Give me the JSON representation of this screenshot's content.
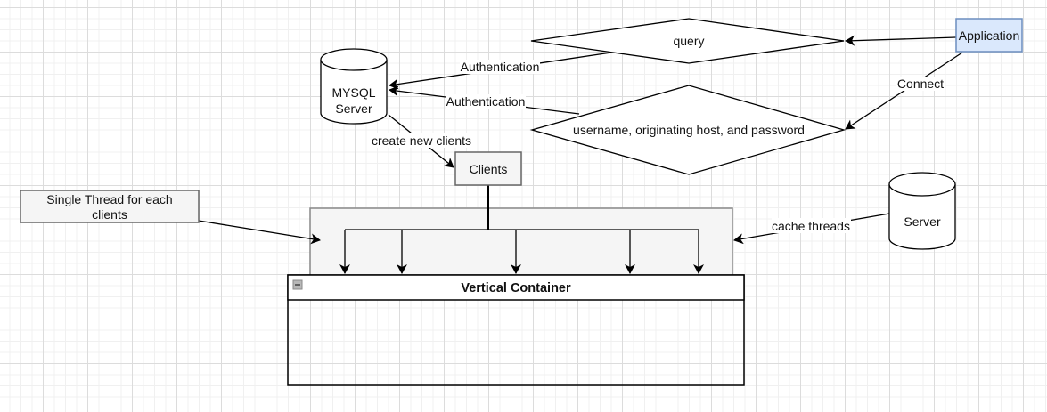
{
  "diagram": {
    "nodes": {
      "application": {
        "label": "Application",
        "fill": "#dae8fc",
        "stroke": "#6c8ebf"
      },
      "mysql_server": {
        "label_line1": "MYSQL",
        "label_line2": "Server"
      },
      "query": {
        "label": "query"
      },
      "credentials": {
        "label": "username, originating host, and password"
      },
      "clients": {
        "label": "Clients",
        "fill": "#f5f5f5",
        "stroke": "#666666"
      },
      "single_thread_note": {
        "label_line1": "Single Thread for each",
        "label_line2": "clients",
        "fill": "#f5f5f5",
        "stroke": "#666666"
      },
      "thread_pool": {
        "fill": "#f5f5f5",
        "stroke": "#888888"
      },
      "server": {
        "label": "Server"
      },
      "vertical_container": {
        "label": "Vertical Container",
        "collapse_icon": "minus-square-icon"
      }
    },
    "edges": {
      "app_to_query": {
        "label": ""
      },
      "app_to_credentials": {
        "label": "Connect"
      },
      "query_to_mysql": {
        "label": "Authentication"
      },
      "credentials_to_mysql": {
        "label": "Authentication"
      },
      "mysql_to_clients": {
        "label": "create new clients"
      },
      "server_to_pool": {
        "label": "cache threads"
      },
      "note_to_pool": {
        "label": ""
      },
      "clients_to_threads": {
        "count": 5
      }
    }
  }
}
